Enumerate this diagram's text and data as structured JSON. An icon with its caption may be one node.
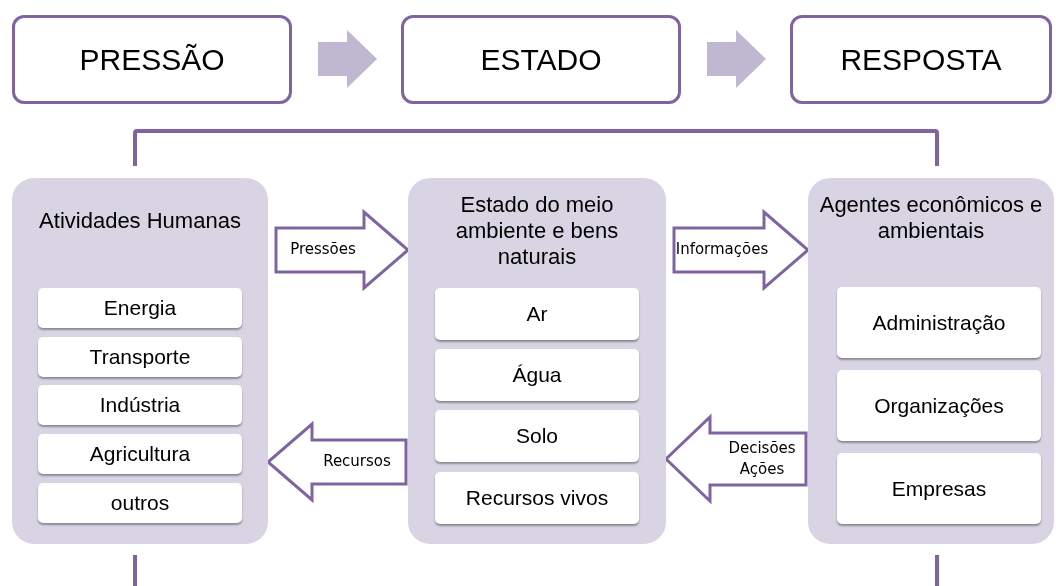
{
  "diagram": {
    "nodes": [
      {
        "text": [
          "PRESSÃO"
        ]
      },
      {
        "text": [
          "ESTADO"
        ]
      },
      {
        "text": [
          "RESPOSTA"
        ]
      },
      {
        "text": [
          "Atividades Humanas"
        ]
      },
      {
        "text": [
          "Energia"
        ],
        "in": 3
      },
      {
        "text": [
          "Transporte"
        ],
        "in": 3
      },
      {
        "text": [
          "Indústria"
        ],
        "in": 3
      },
      {
        "text": [
          "Agricultura"
        ],
        "in": 3
      },
      {
        "text": [
          "outros"
        ],
        "in": 3
      },
      {
        "text": [
          "Estado do meio ambiente e bens naturais"
        ]
      },
      {
        "text": [
          "Ar"
        ],
        "in": 9
      },
      {
        "text": [
          "Água"
        ],
        "in": 9
      },
      {
        "text": [
          "Solo"
        ],
        "in": 9
      },
      {
        "text": [
          "Recursos vivos"
        ],
        "in": 9
      },
      {
        "text": [
          "Agentes econômicos e ambientais"
        ]
      },
      {
        "text": [
          "Administração"
        ],
        "in": 14
      },
      {
        "text": [
          "Organizações"
        ],
        "in": 14
      },
      {
        "text": [
          "Empresas"
        ],
        "in": 14
      }
    ],
    "edges": [
      {
        "from": 0,
        "to": 1,
        "arrow": "to",
        "color": "#c0b8d0"
      },
      {
        "from": 1,
        "to": 2,
        "arrow": "to",
        "color": "#c0b8d0"
      },
      {
        "from": 3,
        "to": 9,
        "arrow": "to",
        "label": "Pressões"
      },
      {
        "from": 9,
        "to": 14,
        "arrow": "to",
        "label": "Informações"
      },
      {
        "from": 14,
        "to": 9,
        "arrow": "to",
        "label": "Decisões Ações"
      },
      {
        "from": 9,
        "to": 3,
        "arrow": "to",
        "label": "Recursos"
      }
    ]
  }
}
